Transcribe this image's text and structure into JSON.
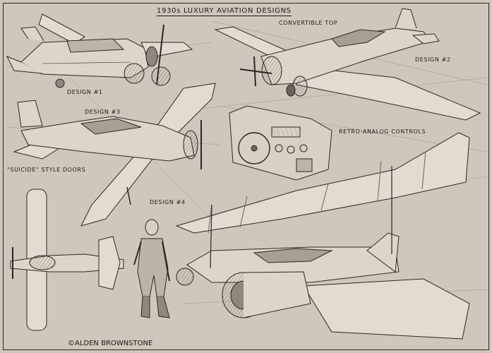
{
  "title": "1930s LUXURY AVIATION DESIGNS",
  "labels": {
    "design_1": "DESIGN #1",
    "design_2": "DESIGN #2",
    "design_3": "DESIGN #3",
    "design_4": "DESIGN #4",
    "convertible_top": "CONVERTIBLE TOP",
    "retro_controls": "RETRO-ANALOG CONTROLS",
    "suicide_doors": "\"SUICIDE\" STYLE DOORS"
  },
  "signature": "©ALDEN BROWNSTONE",
  "colors": {
    "paper": "#cfc7bb",
    "ink": "#2b2723"
  }
}
